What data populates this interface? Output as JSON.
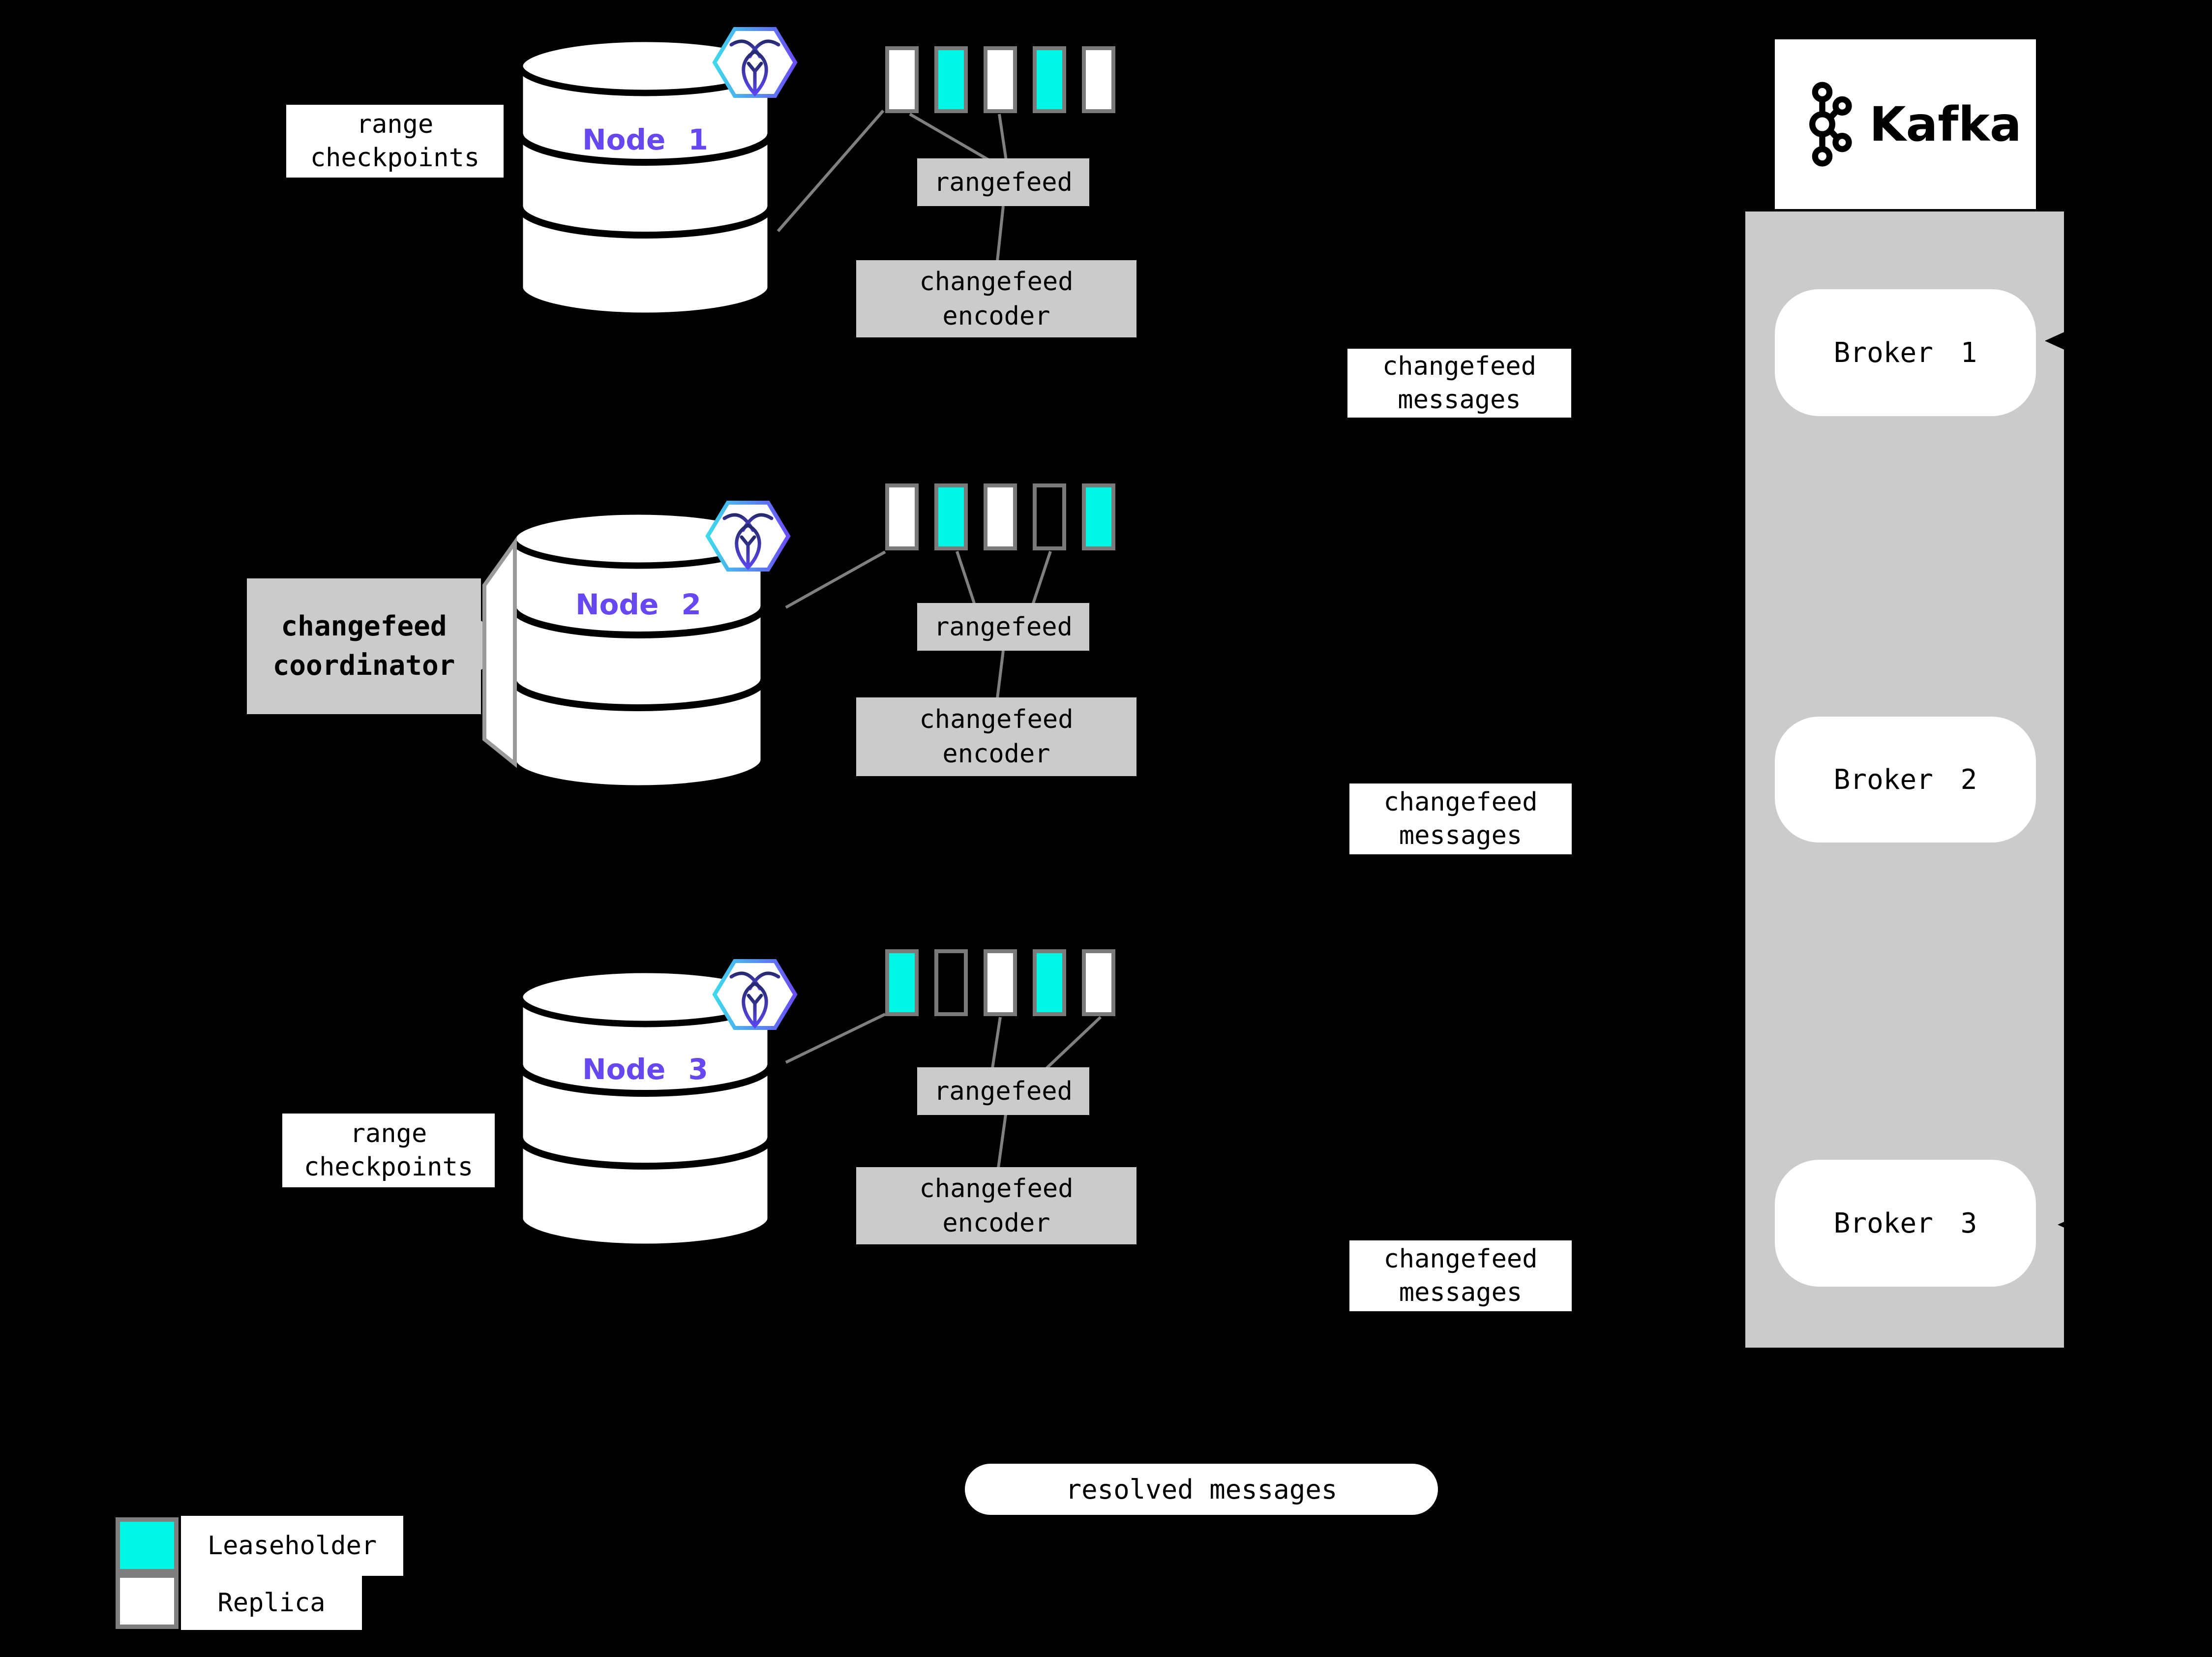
{
  "colors": {
    "background": "#000000",
    "leaseholder": "#00F7E6",
    "replica": "#FFFFFF",
    "empty_range": "#000000",
    "node_label": "#6747F0",
    "box_gray": "#CBCBCB",
    "line_gray": "#808080",
    "square_border": "#7A7A7A"
  },
  "nodes": [
    {
      "label": "Node 1",
      "rangefeed_label": "rangefeed",
      "encoder_label": "changefeed\nencoder",
      "messages_label": "changefeed\nmessages",
      "squares": [
        "replica",
        "leaseholder",
        "replica",
        "leaseholder",
        "replica"
      ]
    },
    {
      "label": "Node 2",
      "rangefeed_label": "rangefeed",
      "encoder_label": "changefeed\nencoder",
      "messages_label": "changefeed\nmessages",
      "squares": [
        "replica",
        "leaseholder",
        "replica",
        "empty",
        "leaseholder"
      ]
    },
    {
      "label": "Node 3",
      "rangefeed_label": "rangefeed",
      "encoder_label": "changefeed\nencoder",
      "messages_label": "changefeed\nmessages",
      "squares": [
        "leaseholder",
        "empty",
        "replica",
        "leaseholder",
        "replica"
      ]
    }
  ],
  "labels": {
    "range_checkpoints_top": "range\ncheckpoints",
    "range_checkpoints_bottom": "range\ncheckpoints",
    "changefeed_coordinator": "changefeed\ncoordinator",
    "resolved_messages": "resolved messages"
  },
  "kafka": {
    "title": "Kafka",
    "brokers": [
      "Broker 1",
      "Broker 2",
      "Broker 3"
    ]
  },
  "legend": [
    {
      "label": "Leaseholder",
      "color_key": "leaseholder"
    },
    {
      "label": "Replica",
      "color_key": "replica"
    }
  ]
}
